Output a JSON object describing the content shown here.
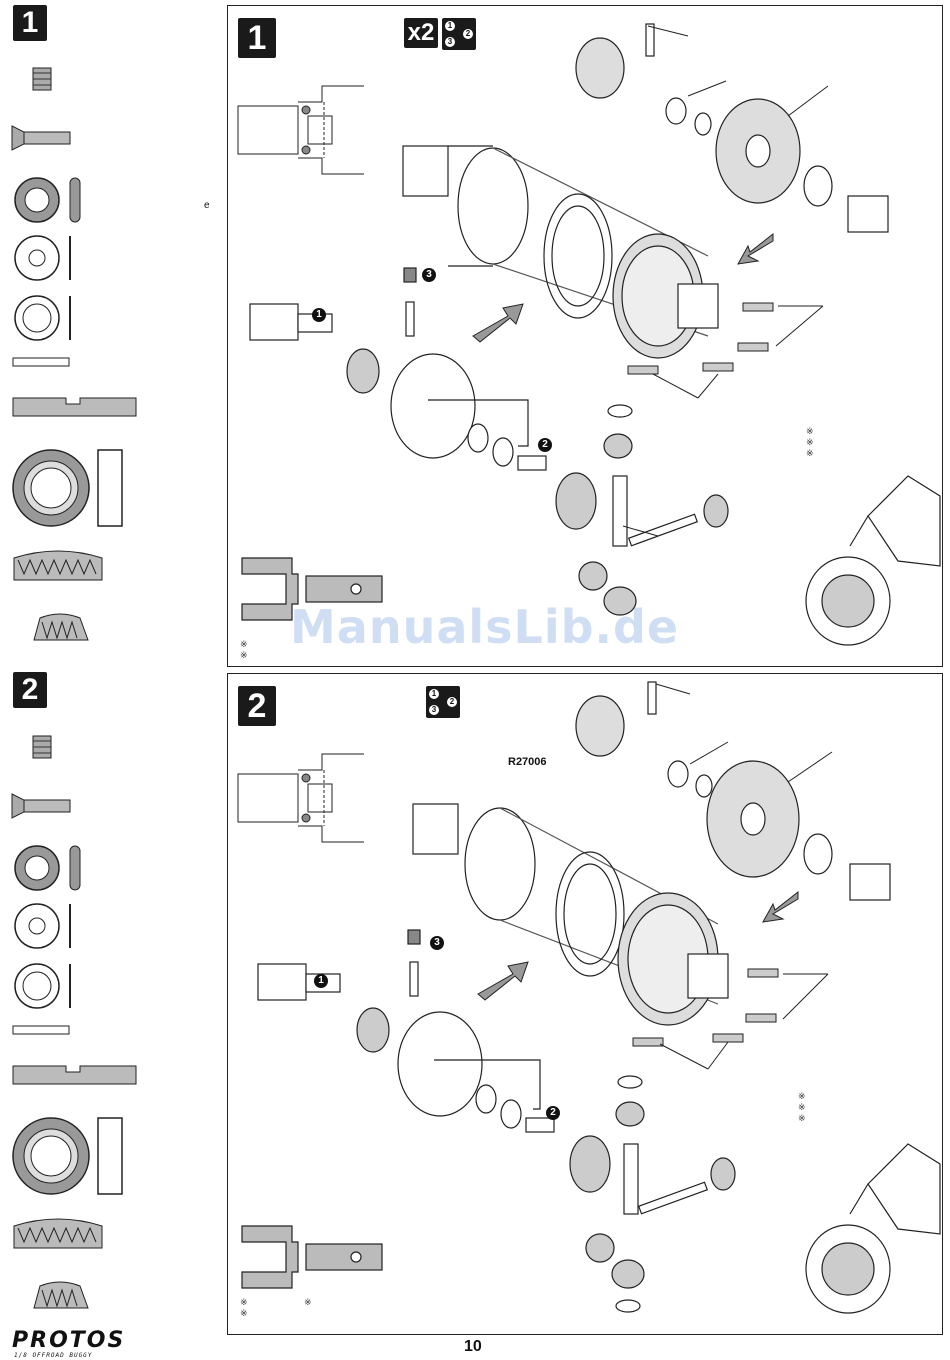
{
  "steps": [
    {
      "number": "1",
      "multiplier": "x2",
      "sequence_icon": "order-sequence-icon"
    },
    {
      "number": "2",
      "part_code": "R27006",
      "sequence_icon": "order-sequence-icon"
    }
  ],
  "callouts": {
    "one": "1",
    "two": "2",
    "three": "3"
  },
  "note_mark": "※",
  "stray_char": "e",
  "page_number": "10",
  "watermark": "ManualsLib.de",
  "logo": {
    "name": "PROTOS",
    "tagline": "1/8 OFFROAD BUGGY"
  }
}
